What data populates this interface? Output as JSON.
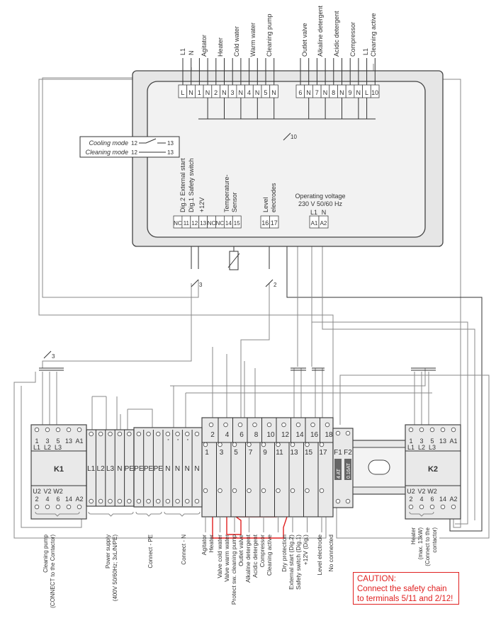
{
  "controller": {
    "top_terminals_left": [
      "L",
      "N",
      "1",
      "N",
      "2",
      "N",
      "3",
      "N",
      "4",
      "N",
      "5",
      "N"
    ],
    "top_terminals_right": [
      "6",
      "N",
      "7",
      "N",
      "8",
      "N",
      "9",
      "N",
      "L",
      "10"
    ],
    "top_labels": [
      "L1",
      "N",
      "Agitator",
      "Heater",
      "Cold water",
      "Warm water",
      "Cleaning pump",
      "Outlet valve",
      "Alkaline detergent",
      "Acidic detergent",
      "Compressor",
      "L1",
      "Cleaning active"
    ],
    "bottom_terminals_a": [
      "NC",
      "11",
      "12",
      "13",
      "NC",
      "NC",
      "14",
      "15"
    ],
    "bottom_terminals_b": [
      "16",
      "17"
    ],
    "bottom_terminals_c": [
      "A1",
      "A2"
    ],
    "bottom_labels": [
      "Dig.2 External start",
      "Dig.1 Safety switch",
      "+12V",
      "Temperature-",
      "Sensor",
      "Level",
      "electrodes"
    ],
    "operating_voltage": {
      "title": "Operating voltage",
      "value": "230 V 50/60 Hz",
      "l1": "L1",
      "n": "N"
    },
    "cable_counts": {
      "bus": "10",
      "left": "3",
      "level": "2",
      "k1": "3"
    }
  },
  "legend": {
    "cooling": "Cooling mode",
    "cleaning": "Cleaning mode",
    "from": "12",
    "to": "13"
  },
  "k1": {
    "name": "K1",
    "top": [
      "1",
      "3",
      "5",
      "13",
      "A1"
    ],
    "top2": [
      "L1",
      "L2",
      "L3"
    ],
    "bottom2": [
      "U2",
      "V2",
      "W2"
    ],
    "bottom": [
      "2",
      "4",
      "6",
      "14",
      "A2"
    ]
  },
  "k2": {
    "name": "K2",
    "top": [
      "1",
      "3",
      "5",
      "13",
      "A1"
    ],
    "top2": [
      "L1",
      "L2",
      "L3"
    ],
    "bottom2": [
      "U2",
      "V2",
      "W2"
    ],
    "bottom": [
      "2",
      "4",
      "6",
      "14",
      "A2"
    ]
  },
  "power_terminals": [
    "L1",
    "L2",
    "L3",
    "N",
    "PE"
  ],
  "pe_terminals": [
    "PE",
    "PE",
    "PE"
  ],
  "n_terminals": [
    "N",
    "N",
    "N",
    "N"
  ],
  "block_top": [
    "2",
    "4",
    "6",
    "8",
    "10",
    "12",
    "14",
    "16",
    "18"
  ],
  "block_bottom": [
    "1",
    "3",
    "5",
    "7",
    "9",
    "11",
    "13",
    "15",
    "17"
  ],
  "fuses": [
    {
      "name": "F1",
      "rating": "4 AT"
    },
    {
      "name": "F2",
      "rating": "0.16AT"
    }
  ],
  "bottom_labels_left": [
    "Cleaning pump",
    "(CONNECT to the Contactor)",
    "Power supply",
    "(400V 50/60Hz; 3xL/N/PE)",
    "Connect - PE",
    "Connect - N"
  ],
  "bottom_labels_block": [
    "Agitator",
    "Heater",
    "Valve cold water",
    "Valve warm water",
    "Protect sw. cleaning pump",
    "Outlet valve",
    "Alkaline detergent",
    "Acidic detergent",
    "Compressor",
    "Cleaning active",
    "Dry protection",
    "External start (Dig.2)",
    "Safety switch (Dig.1)",
    "+12V (Dig.)",
    "Level electrode",
    "No connected"
  ],
  "heater_label": [
    "Heater",
    "(max. 13kW)",
    "(Connect to the",
    "contactor)"
  ],
  "caution": {
    "title": "CAUTION:",
    "line1": "Connect the safety chain",
    "line2": "to terminals 5/11 and 2/12!"
  },
  "colors": {
    "caution": "#e02020",
    "panel": "#e9e9e9"
  }
}
